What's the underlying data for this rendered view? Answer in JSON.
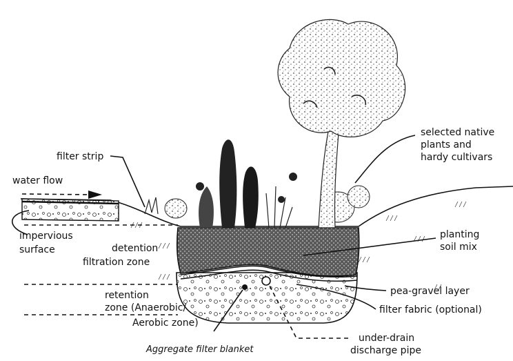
{
  "labels": {
    "water_flow": "water flow",
    "filter_strip": "filter strip",
    "impervious_surface_1": "impervious",
    "impervious_surface_2": "surface",
    "detention_1": "detention",
    "detention_2": "filtration zone",
    "retention_1": "retention",
    "retention_2": "zone (Anaerobic/",
    "retention_3": "Aerobic zone)",
    "aggregate": "Aggregate filter blanket",
    "native_1": "selected native",
    "native_2": "plants and",
    "native_3": "hardy cultivars",
    "planting_1": "planting",
    "planting_2": "soil mix",
    "pea_gravel": "pea-gravel layer",
    "filter_fabric": "filter fabric (optional)",
    "underdrain_1": "under-drain",
    "underdrain_2": "discharge pipe"
  },
  "colors": {
    "ink": "#111111",
    "soil": "#3a3a3a",
    "paper": "#ffffff"
  }
}
